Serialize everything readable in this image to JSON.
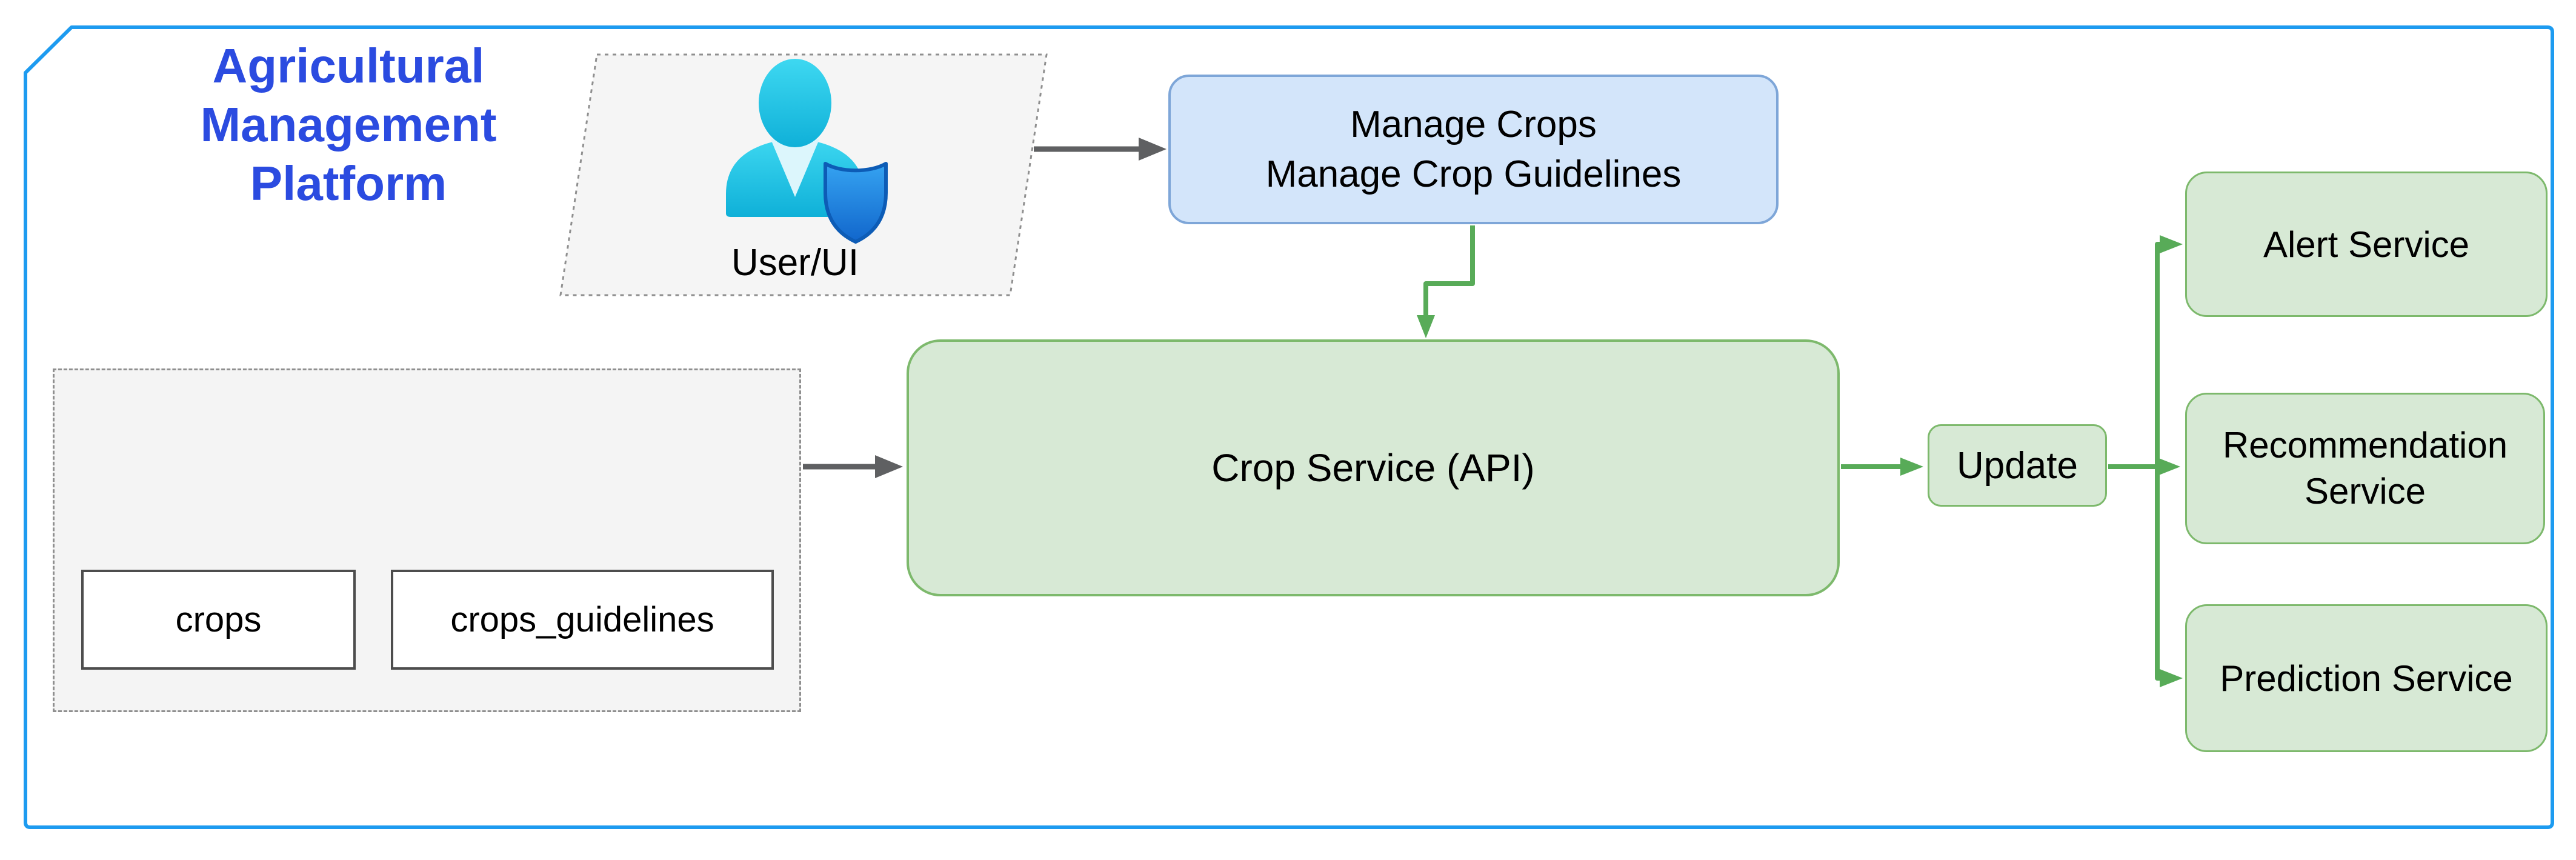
{
  "title": "Agricultural Management Platform",
  "nodes": {
    "user_ui": {
      "label": "User/UI"
    },
    "manage": {
      "line1": "Manage Crops",
      "line2": "Manage Crop Guidelines"
    },
    "crop_service": {
      "label": "Crop Service (API)"
    },
    "update": {
      "label": "Update"
    },
    "alert": {
      "label": "Alert Service"
    },
    "recommendation": {
      "label": "Recommendation Service"
    },
    "prediction": {
      "label": "Prediction Service"
    },
    "database": {
      "tables": [
        {
          "name": "crops"
        },
        {
          "name": "crops_guidelines"
        }
      ]
    }
  },
  "icons": {
    "user": "user-shield-icon",
    "database": "database-cylinder-icon"
  },
  "colors": {
    "frame_border": "#1d9bf0",
    "title_text": "#2b4be0",
    "green_fill": "#d7e9d5",
    "green_border": "#7db96c",
    "blue_fill": "#d3e5fa",
    "blue_border": "#7ea6d8",
    "arrow_gray": "#5f6062",
    "arrow_green": "#58ab58",
    "panel_fill": "#f4f4f4",
    "panel_border": "#8f8f8f",
    "table_border": "#4d4d4d",
    "cyl_fill": "#d7e8fb",
    "cyl_stroke": "#6d96d3"
  }
}
